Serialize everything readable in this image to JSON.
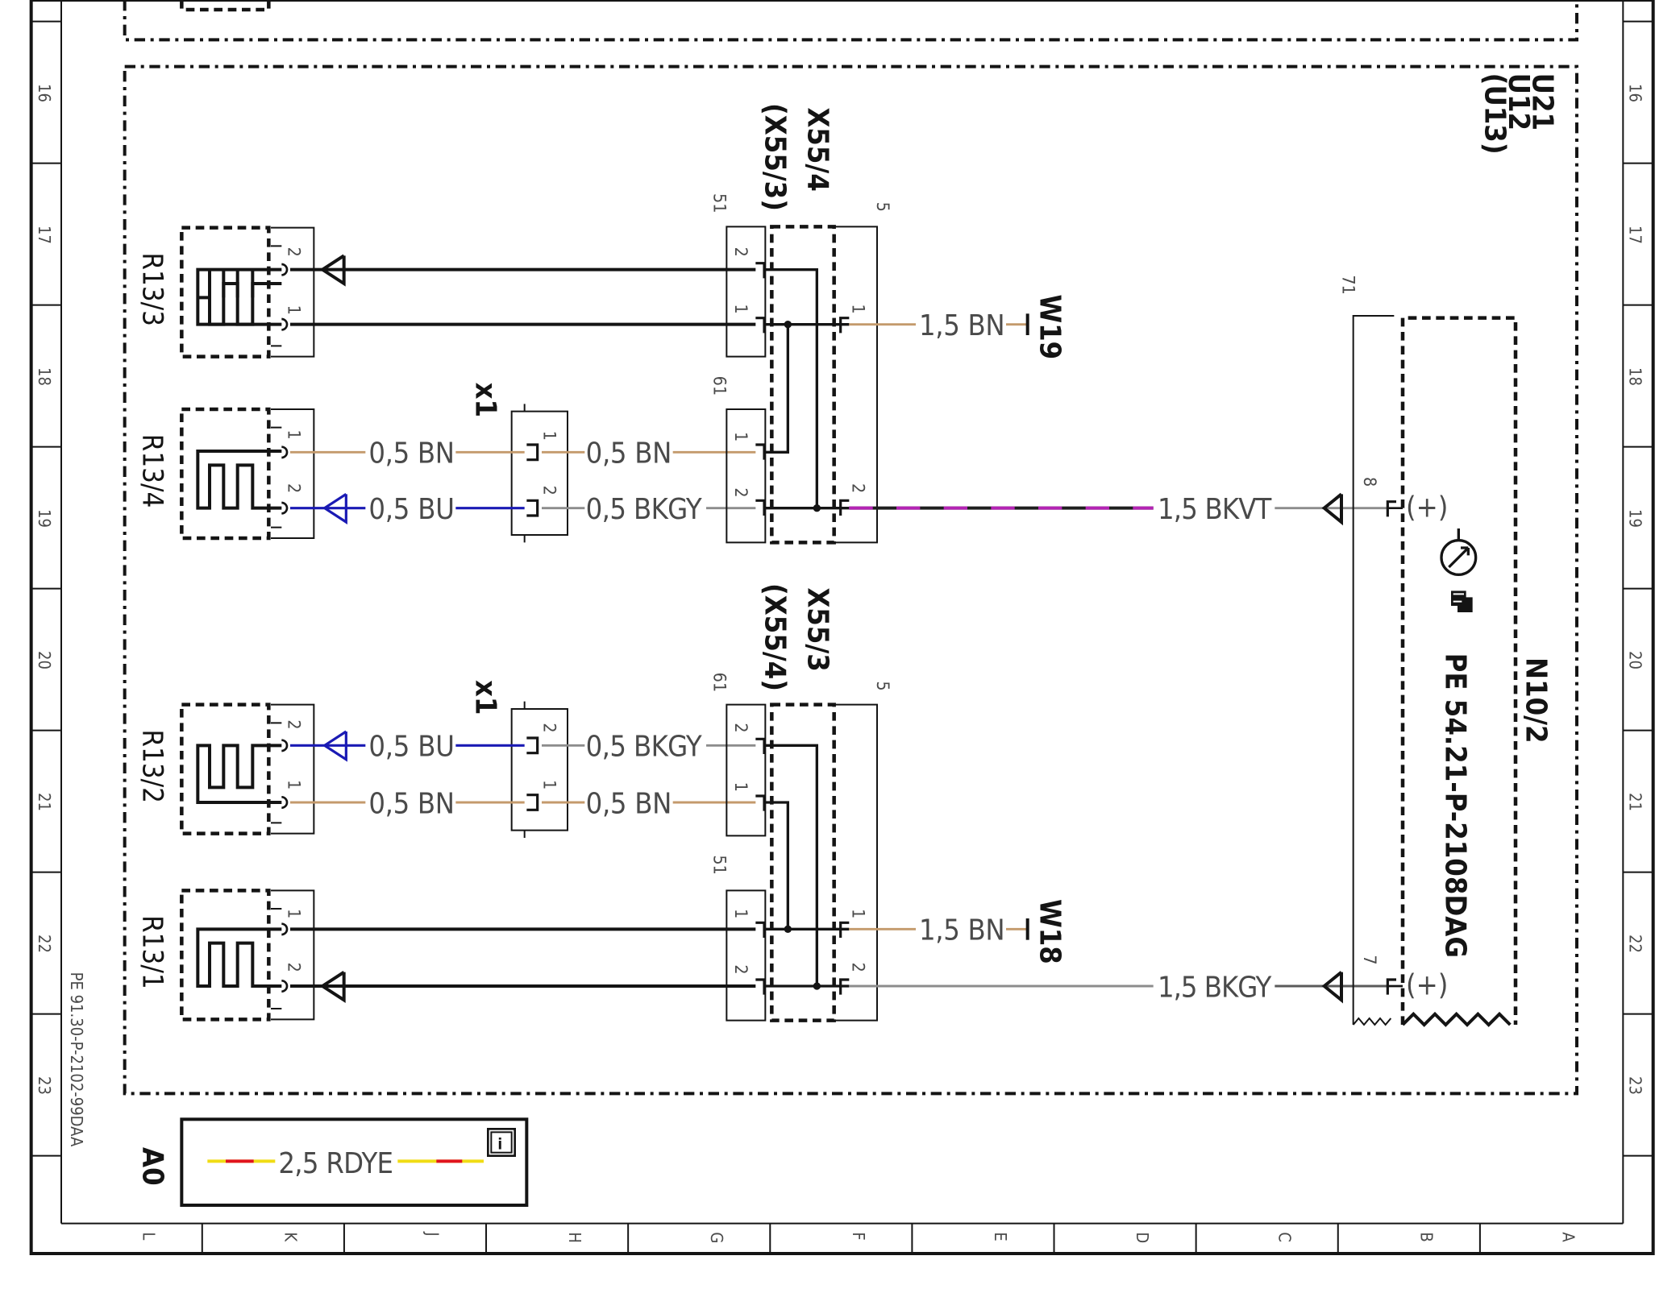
{
  "diagram": {
    "doc_ref": "PE 91.30-P-2102-99DAA",
    "control_unit": {
      "id": "N10/2",
      "ref": "PE 54.21-P-2108DAG"
    },
    "module_refs": [
      "U21",
      "U12",
      "(U13)"
    ],
    "frame": {
      "row_numbers": [
        "16",
        "17",
        "18",
        "19",
        "20",
        "21",
        "22",
        "23"
      ],
      "col_letters": [
        "L",
        "K",
        "J",
        "H",
        "G",
        "F",
        "E",
        "D",
        "C",
        "B",
        "A"
      ]
    },
    "components": {
      "r13_3": "R13/3",
      "r13_4": "R13/4",
      "r13_2": "R13/2",
      "r13_1": "R13/1",
      "x1_top": "x1",
      "x1_bottom": "x1",
      "x55_top": "X55/4",
      "x55_top_alt": "(X55/3)",
      "x55_bottom": "X55/3",
      "x55_bottom_alt": "(X55/4)",
      "w19": "W19",
      "w18": "W18"
    },
    "pins": {
      "one": "1",
      "two": "2",
      "p5": "5",
      "p51": "51",
      "p61": "61",
      "p71": "71",
      "p8": "8",
      "p7": "7",
      "plus": "(+)"
    },
    "wires": {
      "w_0_5_bn": "0,5 BN",
      "w_0_5_bu": "0,5 BU",
      "w_0_5_bkgy": "0,5 BKGY",
      "w_1_5_bn": "1,5 BN",
      "w_1_5_bkvt": "1,5 BKVT",
      "w_1_5_bkgy": "1,5 BKGY"
    },
    "legend": {
      "area": "A0",
      "wire": "2,5 RDYE",
      "info": "i"
    },
    "colors": {
      "brown": "#c49a6c",
      "blue": "#1a1ab4",
      "grey": "#8c8c8c",
      "violet": "#b423b4",
      "red": "#e0141e",
      "yellow": "#f0dc14",
      "ink": "#141414"
    }
  }
}
